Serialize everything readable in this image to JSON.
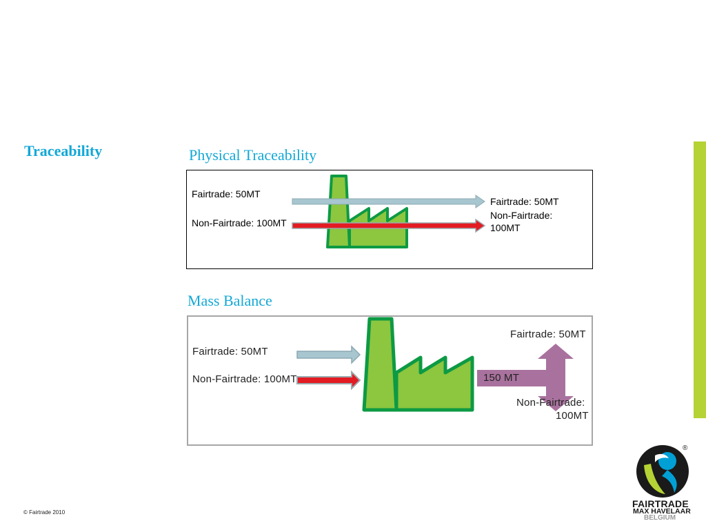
{
  "title": "Traceability",
  "physical": {
    "heading": "Physical Traceability",
    "in_fairtrade": "Fairtrade: 50MT",
    "in_nonfairtrade": "Non-Fairtrade: 100MT",
    "out_fairtrade": "Fairtrade: 50MT",
    "out_nonfairtrade_1": "Non-Fairtrade:",
    "out_nonfairtrade_2": "100MT"
  },
  "mass": {
    "heading": "Mass Balance",
    "in_fairtrade": "Fairtrade: 50MT",
    "in_nonfairtrade": "Non-Fairtrade: 100MT",
    "combined": "150 MT",
    "out_fairtrade": "Fairtrade: 50MT",
    "out_nonfairtrade_1": "Non-Fairtrade:",
    "out_nonfairtrade_2": "100MT"
  },
  "footer": {
    "copyright": "© Fairtrade 2010"
  },
  "logo": {
    "line1": "FAIRTRADE",
    "line2": "MAX HAVELAAR",
    "line3": "BELGIUM",
    "registered": "®"
  },
  "colors": {
    "title": "#13a8d6",
    "factory_fill": "#8dc63f",
    "factory_stroke": "#0d9a44",
    "fairtrade_arrow": "#a8c6cf",
    "nonfairtrade_arrow": "#e31b23",
    "mass_balance_arrow": "#a9729e",
    "side_bar": "#b5d334"
  },
  "icons": {
    "factory": "factory-icon",
    "logo": "fairtrade-logo-icon"
  }
}
